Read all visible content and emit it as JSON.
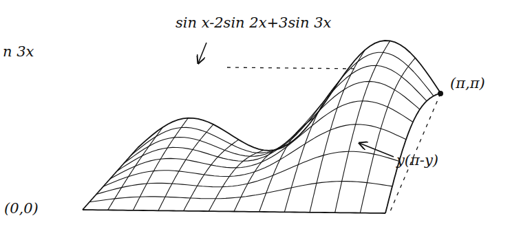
{
  "diagram": {
    "labels": [
      "sin x-2sin 2x+3sin 3x",
      "(π,π)",
      "y(π-y)",
      "(0,0)",
      "n 3x"
    ]
  }
}
